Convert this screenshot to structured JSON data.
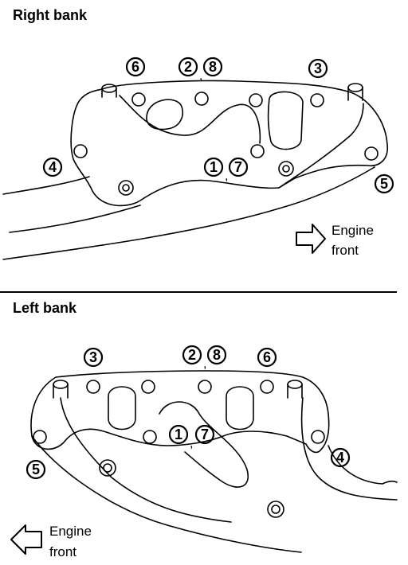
{
  "sections": {
    "right": {
      "title": "Right bank"
    },
    "left": {
      "title": "Left bank"
    }
  },
  "labels": {
    "engine": "Engine",
    "front": "front"
  },
  "callouts": {
    "n1": "1",
    "n2": "2",
    "n3": "3",
    "n4": "4",
    "n5": "5",
    "n6": "6",
    "n7": "7",
    "n8": "8",
    "comma": ","
  }
}
